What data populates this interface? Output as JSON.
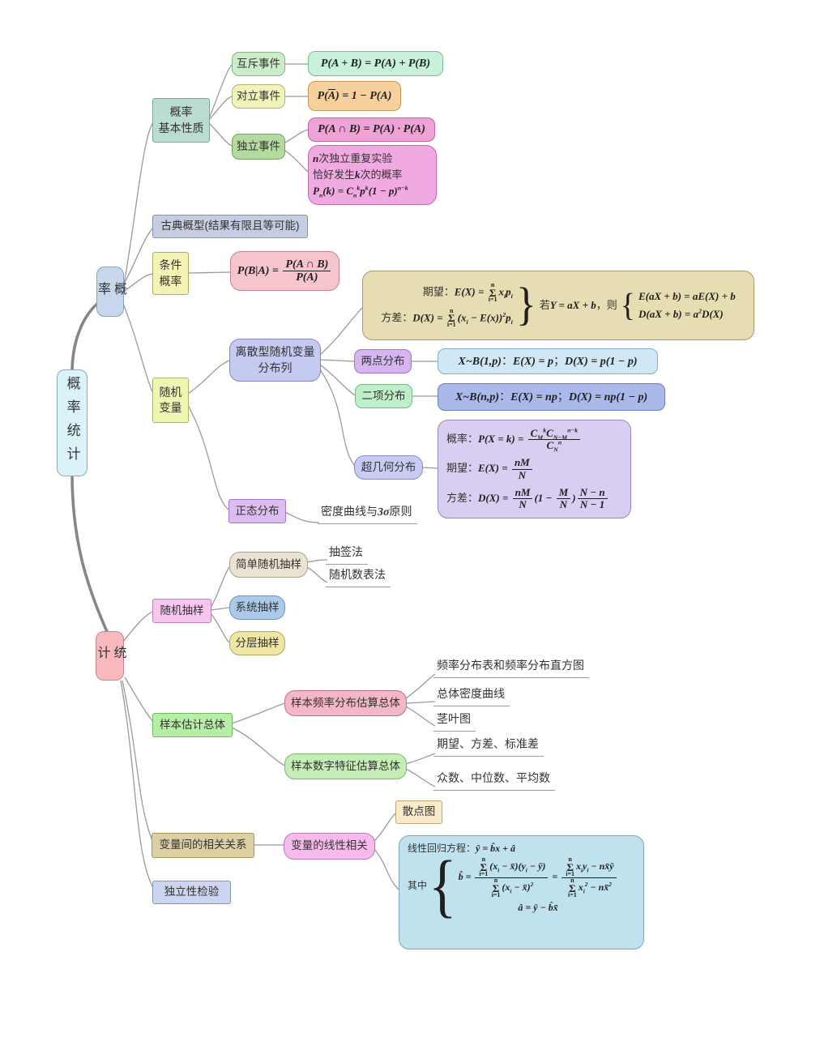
{
  "title": "概率统计思维导图",
  "palette": {
    "background": "#ffffff",
    "connector": "#9a9a9a",
    "spine": "#868686",
    "text": "#333333",
    "formula_text": "#1f1f1f"
  },
  "nodes": {
    "root": {
      "label": "概率统计",
      "bg": "#d9f3f8",
      "border": "#90aab0"
    },
    "gailv": {
      "label": "概率",
      "bg": "#c8d7ec",
      "border": "#8fa0bc"
    },
    "tongji": {
      "label": "统计",
      "bg": "#f8b9be",
      "border": "#c8868c"
    },
    "jbxz": {
      "lines": [
        "概率",
        "基本性质"
      ],
      "bg": "#badcd3",
      "border": "#7fa49b"
    },
    "huchi": {
      "label": "互斥事件",
      "bg": "#cdecca",
      "border": "#86b584"
    },
    "f_huchi": {
      "formula": "P(A + B) = P(A) + P(B)",
      "bg": "#c9f0d9",
      "border": "#7cb894"
    },
    "duili": {
      "label": "对立事件",
      "bg": "#f0f3ba",
      "border": "#b2b478"
    },
    "f_duili": {
      "formula": "P(\\ov{A}) = 1 − P(A)",
      "bg": "#f6d09d",
      "border": "#c59a56"
    },
    "duli": {
      "label": "独立事件",
      "bg": "#b4d9a1",
      "border": "#76a560"
    },
    "f_duli1": {
      "formula": "P(A ∩ B) = P(A) · P(A)",
      "bg": "#efa2d6",
      "border": "#bd64a4"
    },
    "f_duli2": {
      "lines": [
        "n\\t{次独立重复实验}",
        "\\t{恰好发生}k\\t{次的概率}",
        "P_{n}(k) = C_{n}^{k}p^{k}(1 − p)^{n−k}"
      ],
      "bg": "#f1a9e2",
      "border": "#bd6cb0"
    },
    "gudian": {
      "label": "古典概型(结果有限且等可能)",
      "bg": "#c6cde1",
      "border": "#8b92ab"
    },
    "tiaojian": {
      "lines": [
        "条件",
        "概率"
      ],
      "bg": "#f5f2b5",
      "border": "#aeab66"
    },
    "f_tiaojian": {
      "formula": "P(B|A) = \\f{P(A ∩ B)}{P(A)}",
      "bg": "#f5c4cd",
      "border": "#bd8690"
    },
    "suijibl": {
      "lines": [
        "随机",
        "变量"
      ],
      "bg": "#eff5b3",
      "border": "#adb46c"
    },
    "lisan": {
      "lines": [
        "离散型随机变量",
        "分布列"
      ],
      "bg": "#c5caf1",
      "border": "#8289c2"
    },
    "tanbox": {
      "rows": [
        "\\t{期望：}E(X) = \\s{n}{i=1}x_{i}p_{i}",
        "\\t{方差：}D(X) = \\s{n}{i=1}(x_{i} − E(x))^{2}p_{i}"
      ],
      "brace_close": "}",
      "mid": "\\t{若}Y = aX + b\\t{，则}",
      "brace_open": "{",
      "rows2": [
        "E(aX + b) = aE(X) + b",
        "D(aX + b) = a^{2}D(X)"
      ],
      "bg": "#e6ddb3",
      "border": "#a49a72"
    },
    "liangdian": {
      "label": "两点分布",
      "bg": "#d6b5f0",
      "border": "#9d74c6"
    },
    "f_liangdian": {
      "formula": "X~B(1,p)\\t{：}E(X) = p\\t{；}D(X) = p(1 − p)",
      "bg": "#d0e7f6",
      "border": "#86aeca"
    },
    "erxiang": {
      "label": "二项分布",
      "bg": "#bdf0c8",
      "border": "#75ba85"
    },
    "f_erxiang": {
      "formula": "X~B(n,p)\\t{：}E(X) = np\\t{；}D(X) = np(1 − p)",
      "bg": "#aab9ea",
      "border": "#6c7cbc"
    },
    "chaojihe": {
      "label": "超几何分布",
      "bg": "#c9ccf2",
      "border": "#888cc4"
    },
    "f_chaojihe": {
      "rows": [
        "\\t{概率：}P(X = k) = \\f{C_{M}^{k}C_{N−M}^{n−k}}{C_{N}^{n}}",
        "\\t{期望：}E(X) = \\f{nM}{N}",
        "\\t{方差：}D(X) = \\f{nM}{N}(1 − \\f{M}{N})\\f{N − n}{N − 1}"
      ],
      "bg": "#d9cef1",
      "border": "#9489bd"
    },
    "zhengtai": {
      "label": "正态分布",
      "bg": "#dcbdf2",
      "border": "#a179c8"
    },
    "midu": {
      "formula": "\\t{密度曲线与}3σ\\t{原则}"
    },
    "suijicy": {
      "label": "随机抽样",
      "bg": "#f6c6f0",
      "border": "#bd82b6"
    },
    "jiandan": {
      "label": "简单随机抽样",
      "bg": "#eae3d4",
      "border": "#aaa189"
    },
    "chouqian": {
      "label": "抽签法"
    },
    "sjsb": {
      "label": "随机数表法"
    },
    "xitong": {
      "label": "系统抽样",
      "bg": "#abcaeb",
      "border": "#7193bb"
    },
    "fenceng": {
      "label": "分层抽样",
      "bg": "#ede6a5",
      "border": "#b1a95e"
    },
    "ybgj": {
      "label": "样本估计总体",
      "bg": "#b7eea6",
      "border": "#70b85e"
    },
    "ybpl": {
      "label": "样本频率分布估算总体",
      "bg": "#f3b7c6",
      "border": "#bd7284"
    },
    "t1": {
      "label": "频率分布表和频率分布直方图"
    },
    "t2": {
      "label": "总体密度曲线"
    },
    "t3": {
      "label": "茎叶图"
    },
    "ybsz": {
      "label": "样本数字特征估算总体",
      "bg": "#c4eeb5",
      "border": "#7fb86a"
    },
    "t4": {
      "label": "期望、方差、标准差"
    },
    "t5": {
      "label": "众数、中位数、平均数"
    },
    "blxg": {
      "label": "变量间的相关关系",
      "bg": "#dbcfa3",
      "border": "#a2965c"
    },
    "blxx": {
      "label": "变量的线性相关",
      "bg": "#f6bbeb",
      "border": "#bd7cb4"
    },
    "sandian": {
      "label": "散点图",
      "bg": "#f8ebc9",
      "border": "#bda87a"
    },
    "bigcyan": {
      "row0": "\\t{线性回归方程：}ŷ = b̂x + â",
      "qizhong": "其中",
      "brace_open": "{",
      "line1": "b̂ = \\f{\\s{n}{i=1}(x_{i} − x̄)(y_{i} − ȳ)}{\\s{n}{i=1}(x_{i} − x̄)^{2}} = \\f{\\s{n}{i=1}x_{i}y_{i} − nx̄ȳ}{\\s{n}{i=1}x_{i}^{2} − nx̄^{2}}",
      "line2": "â = ȳ − b̂x̄",
      "bg": "#c0e1ee",
      "border": "#7fa6b6"
    },
    "dlx": {
      "label": "独立性检验",
      "bg": "#cdd6f0",
      "border": "#8992bb"
    }
  }
}
